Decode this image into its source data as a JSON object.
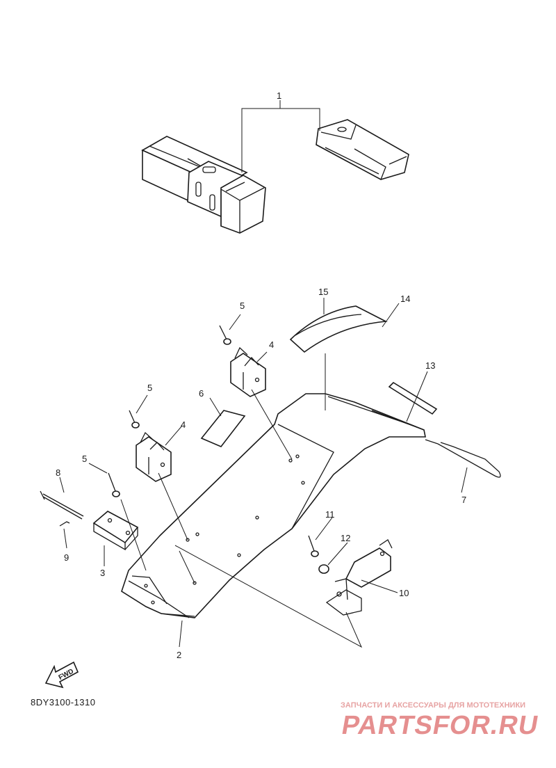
{
  "callouts": [
    "1",
    "2",
    "3",
    "4",
    "5",
    "6",
    "7",
    "8",
    "9",
    "10",
    "11",
    "12",
    "13",
    "14",
    "15"
  ],
  "fwd_label": "FWD",
  "diagram_code": "8DY3100-1310",
  "watermark": {
    "tagline": "ЗАПЧАСТИ И АКСЕССУАРЫ ДЛЯ МОТОТЕХНИКИ",
    "brand": "PARTSFOR.RU"
  },
  "colors": {
    "line": "#1a1a1a",
    "watermark": "#e58f8f"
  }
}
